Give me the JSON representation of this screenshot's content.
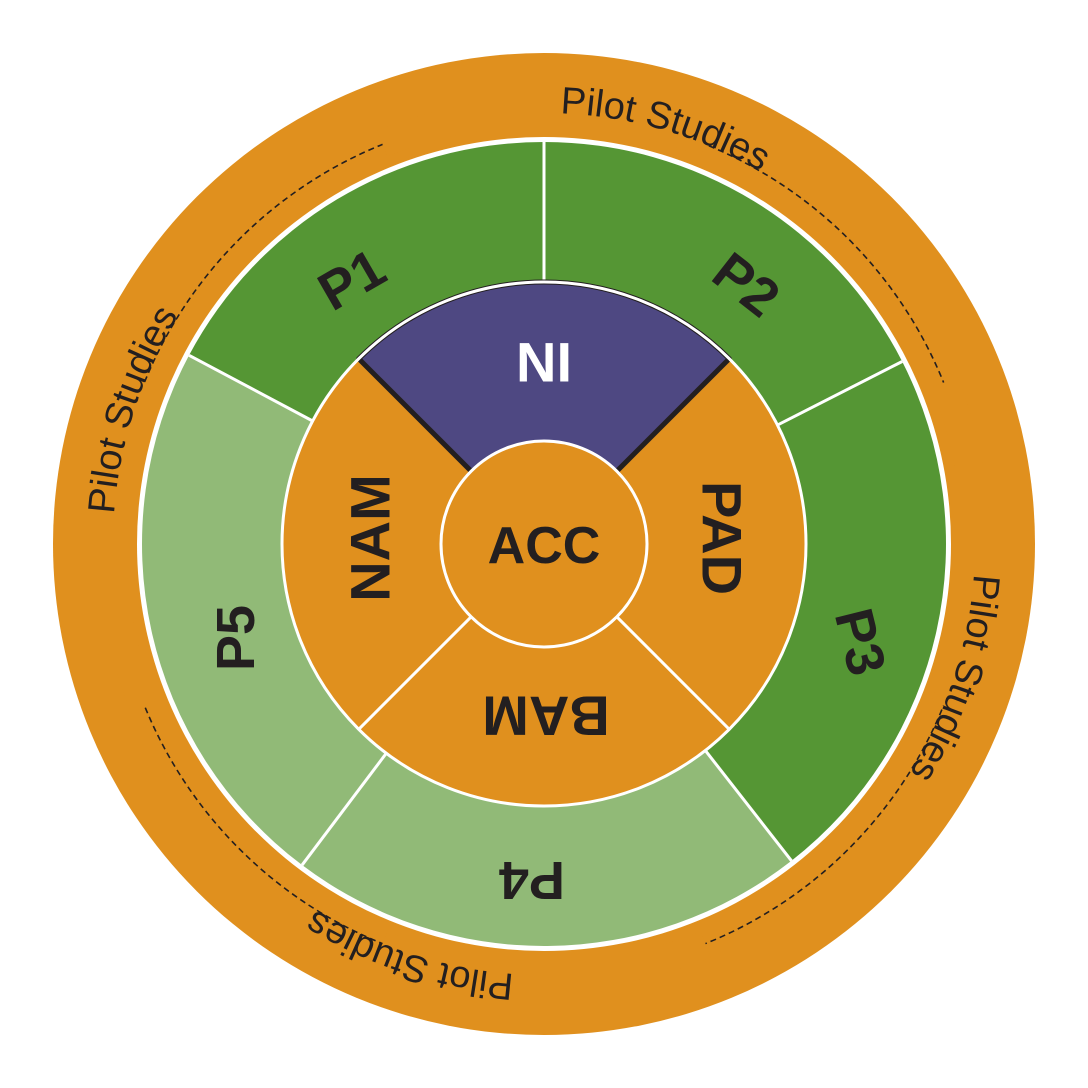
{
  "colors": {
    "outer_ring": "#E0901E",
    "core": "#E0901E",
    "green_dark": "#559634",
    "green_light": "#91BA77",
    "purple": "#4E4882",
    "divider": "#FFFFFF",
    "text_dark": "#231F20",
    "text_light": "#FFFFFF",
    "dashes": "#231F20"
  },
  "outer_ring": {
    "labels": [
      "Pilot Studies",
      "Pilot Studies",
      "Pilot Studies",
      "Pilot Studies"
    ]
  },
  "pilot_segments": [
    {
      "label": "P1",
      "shade": "dark"
    },
    {
      "label": "P2",
      "shade": "dark"
    },
    {
      "label": "P3",
      "shade": "dark"
    },
    {
      "label": "P4",
      "shade": "light"
    },
    {
      "label": "P5",
      "shade": "light"
    }
  ],
  "core_segments": [
    {
      "label": "NI",
      "highlight": true
    },
    {
      "label": "PAD",
      "highlight": false
    },
    {
      "label": "BAM",
      "highlight": false
    },
    {
      "label": "NAM",
      "highlight": false
    }
  ],
  "center": {
    "label": "ACC"
  }
}
